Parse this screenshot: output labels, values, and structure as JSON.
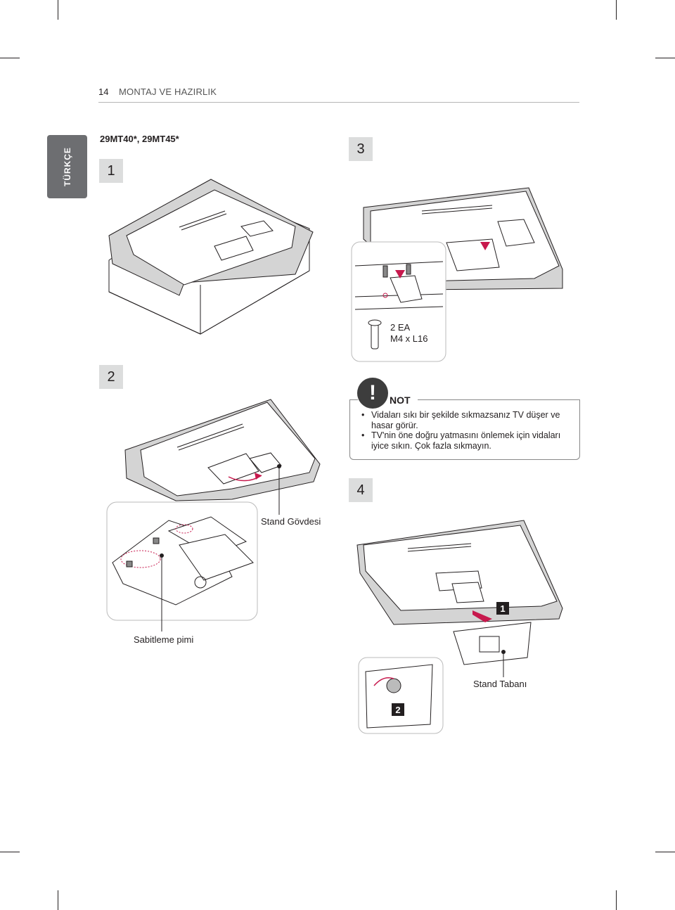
{
  "header": {
    "page_number": "14",
    "section_title": "MONTAJ VE HAZIRLIK"
  },
  "language_tab": "TÜRKÇE",
  "model_label": "29MT40*, 29MT45*",
  "steps": {
    "step1": "1",
    "step2": "2",
    "step3": "3",
    "step4": "4"
  },
  "screw_spec": {
    "quantity": "2 EA",
    "size": "M4 x L16"
  },
  "note": {
    "title": "NOT",
    "items": [
      "Vidaları sıkı bir şekilde sıkmazsanız TV düşer ve hasar görür.",
      "TV'nin öne doğru yatmasını önlemek için vidaları iyice sıkın. Çok fazla sıkmayın."
    ]
  },
  "callouts": {
    "stand_body": "Stand Gövdesi",
    "fixing_pin": "Sabitleme pimi",
    "stand_base": "Stand Tabanı",
    "marker1": "1",
    "marker2": "2"
  },
  "colors": {
    "accent": "#c7194d",
    "tab_bg": "#6d6e71",
    "step_bg": "#dcdddd"
  }
}
